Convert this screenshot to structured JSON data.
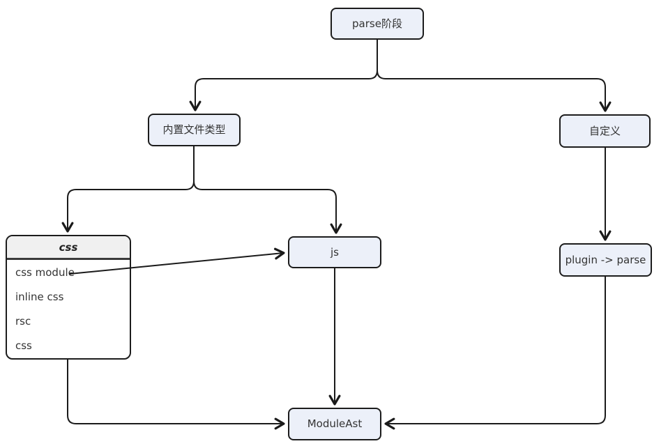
{
  "diagram": {
    "type": "flowchart",
    "nodes": {
      "parse_stage": {
        "label": "parse阶段"
      },
      "builtin_file_types": {
        "label": "内置文件类型"
      },
      "custom": {
        "label": "自定义"
      },
      "js": {
        "label": "js"
      },
      "plugin_parse": {
        "label": "plugin -> parse"
      },
      "module_ast": {
        "label": "ModuleAst"
      }
    },
    "css_table": {
      "header": "css",
      "rows": [
        "css module",
        "inline css",
        "rsc",
        "css"
      ]
    },
    "edges": [
      {
        "from": "parse阶段",
        "to": "内置文件类型"
      },
      {
        "from": "parse阶段",
        "to": "自定义"
      },
      {
        "from": "内置文件类型",
        "to": "css"
      },
      {
        "from": "内置文件类型",
        "to": "js"
      },
      {
        "from": "自定义",
        "to": "plugin -> parse"
      },
      {
        "from": "css module",
        "to": "js"
      },
      {
        "from": "css",
        "to": "ModuleAst"
      },
      {
        "from": "js",
        "to": "ModuleAst"
      },
      {
        "from": "plugin -> parse",
        "to": "ModuleAst"
      }
    ],
    "colors": {
      "background": "#ffffff",
      "node_fill": "#ecf0f9",
      "node_border": "#1c1c1c",
      "table_body_fill": "#ffffff",
      "table_header_fill": "#f0f0f0",
      "line": "#1a1a1a",
      "text": "#333333"
    }
  }
}
